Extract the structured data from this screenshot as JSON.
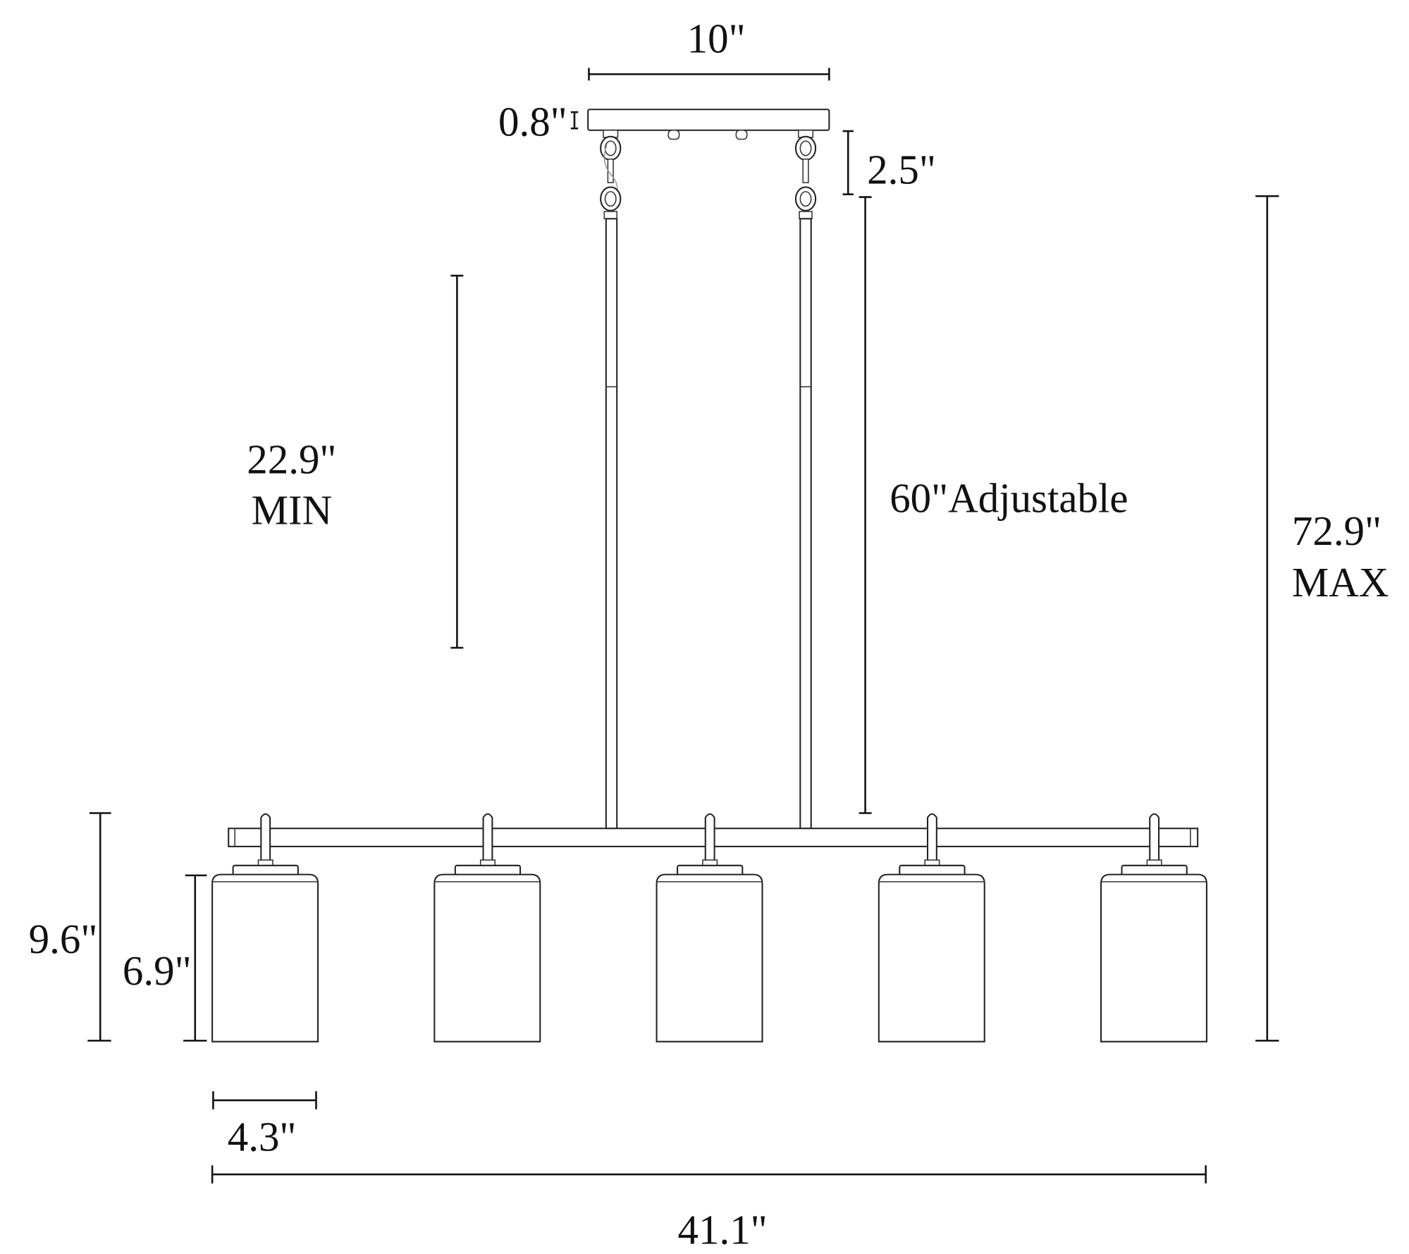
{
  "diagram": {
    "type": "dimension-drawing",
    "subject": "5-light linear island pendant with cylinder shades",
    "labels": {
      "canopy_width": "10\"",
      "canopy_height": "0.8\"",
      "chain_length": "2.5\"",
      "min_height_value": "22.9\"",
      "min_height_tag": "MIN",
      "rod_adjustable": "60\"Adjustable",
      "max_height_value": "72.9\"",
      "max_height_tag": "MAX",
      "fixture_height": "9.6\"",
      "shade_height": "6.9\"",
      "shade_width": "4.3\"",
      "overall_width": "41.1\""
    },
    "shade_count": 5,
    "line_color": "#111111",
    "background": "#ffffff"
  }
}
